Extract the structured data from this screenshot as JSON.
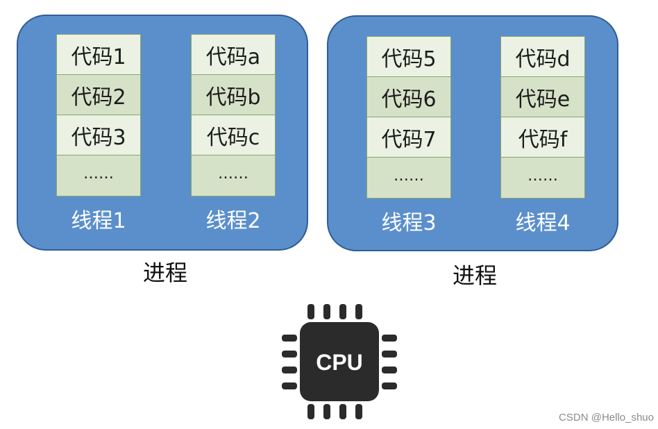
{
  "processes": [
    {
      "label": "进程",
      "threads": [
        {
          "label": "线程1",
          "cells": [
            "代码1",
            "代码2",
            "代码3",
            "……"
          ]
        },
        {
          "label": "线程2",
          "cells": [
            "代码a",
            "代码b",
            "代码c",
            "……"
          ]
        }
      ]
    },
    {
      "label": "进程",
      "threads": [
        {
          "label": "线程3",
          "cells": [
            "代码5",
            "代码6",
            "代码7",
            "……"
          ]
        },
        {
          "label": "线程4",
          "cells": [
            "代码d",
            "代码e",
            "代码f",
            "……"
          ]
        }
      ]
    }
  ],
  "cpu": {
    "label": "CPU",
    "icon": "cpu-chip-icon"
  },
  "watermark": "CSDN @Hello_shuo",
  "colors": {
    "process_fill": "#5b8fcc",
    "process_border": "#2f5d95",
    "cell_light": "#ebf1e3",
    "cell_dark": "#d6e2c8",
    "chip": "#2b2b2b"
  }
}
